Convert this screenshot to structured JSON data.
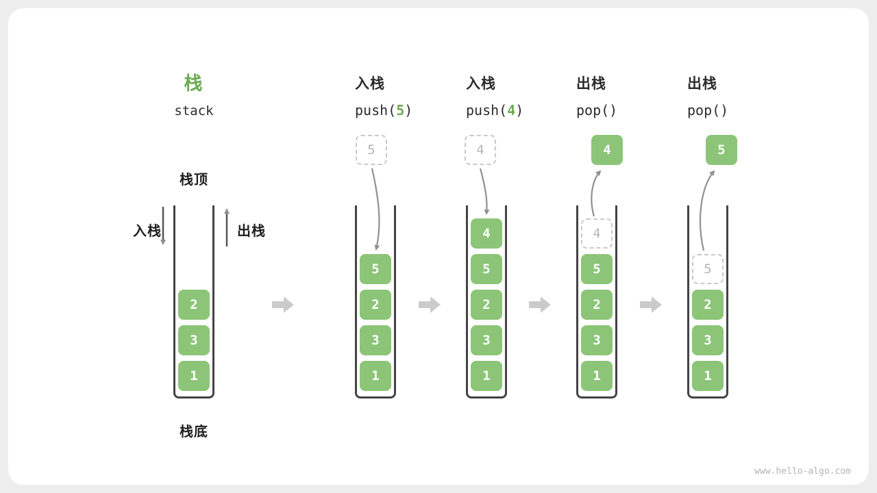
{
  "watermark": "www.hello-algo.com",
  "colors": {
    "green_cell": "#8cc578",
    "green_text": "#6cab52",
    "container_stroke": "#434343",
    "ghost_border": "#c8c8c8",
    "ghost_text": "#b5b5b5",
    "arrow_gray": "#909090",
    "step_arrow_gray": "#cbcbcb",
    "card_bg": "#ffffff",
    "page_bg": "#ededed"
  },
  "legend": {
    "title_zh": "栈",
    "title_en": "stack",
    "top_label": "栈顶",
    "bottom_label": "栈底",
    "push_label": "入栈",
    "pop_label": "出栈"
  },
  "columns": [
    {
      "stack": [
        "2",
        "3",
        "1"
      ]
    },
    {
      "zh": "入栈",
      "op_pre": "push(",
      "op_arg": "5",
      "op_post": ")",
      "float": "5",
      "stack": [
        "5",
        "2",
        "3",
        "1"
      ]
    },
    {
      "zh": "入栈",
      "op_pre": "push(",
      "op_arg": "4",
      "op_post": ")",
      "float": "4",
      "stack": [
        "4",
        "5",
        "2",
        "3",
        "1"
      ]
    },
    {
      "zh": "出栈",
      "op_pre": "pop(",
      "op_arg": "",
      "op_post": ")",
      "float": "4",
      "ghost": "4",
      "stack": [
        "5",
        "2",
        "3",
        "1"
      ]
    },
    {
      "zh": "出栈",
      "op_pre": "pop(",
      "op_arg": "",
      "op_post": ")",
      "float": "5",
      "ghost": "5",
      "stack": [
        "2",
        "3",
        "1"
      ]
    }
  ]
}
